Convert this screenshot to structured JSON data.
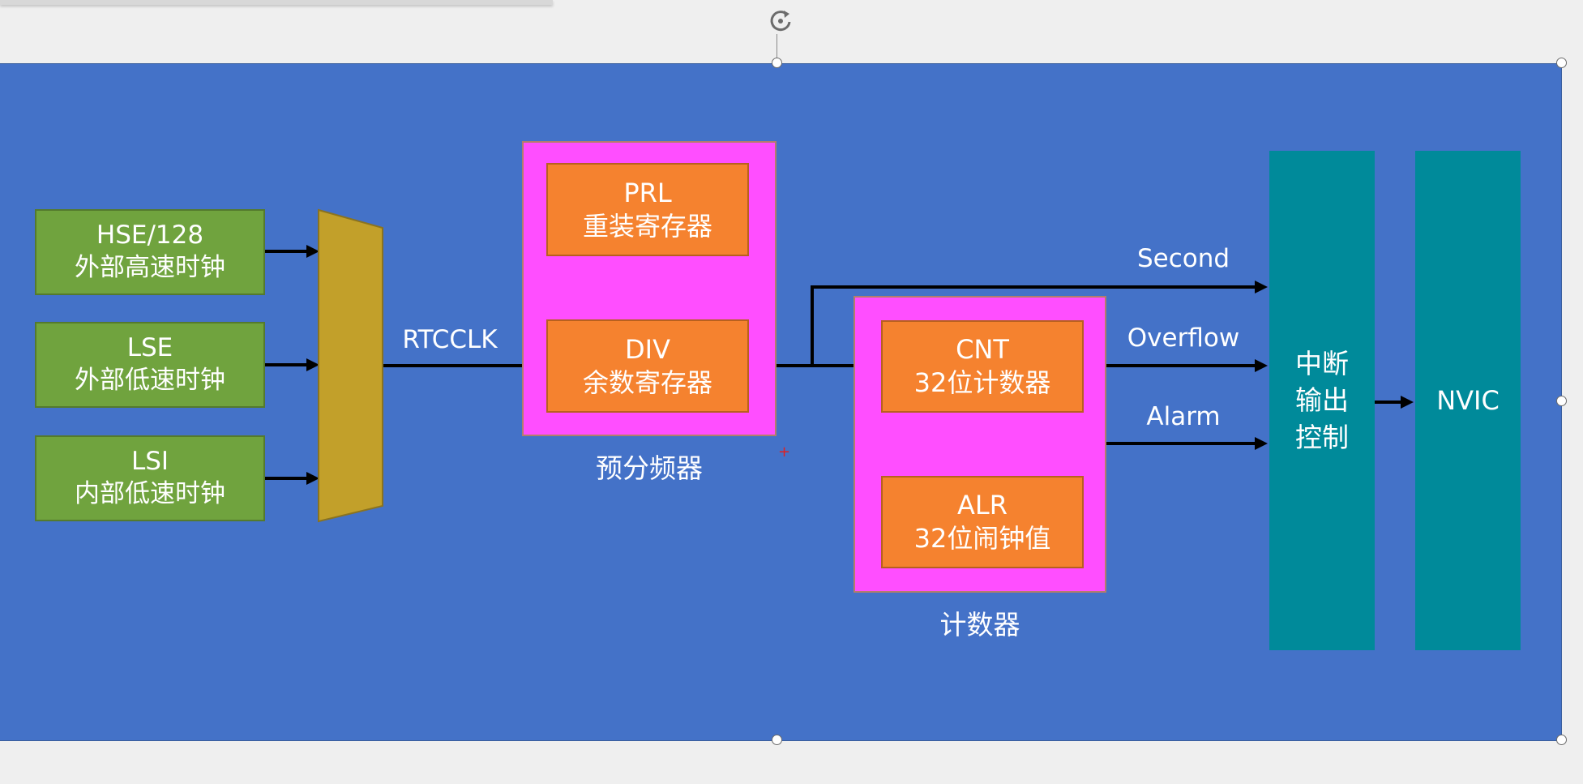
{
  "diagram": {
    "clock_sources": [
      {
        "id": "hse",
        "name": "HSE/128",
        "desc": "外部高速时钟"
      },
      {
        "id": "lse",
        "name": "LSE",
        "desc": "外部低速时钟"
      },
      {
        "id": "lsi",
        "name": "LSI",
        "desc": "内部低速时钟"
      }
    ],
    "rtcclk_label": "RTCCLK",
    "prescaler": {
      "caption": "预分频器",
      "prl": {
        "name": "PRL",
        "desc": "重装寄存器"
      },
      "div": {
        "name": "DIV",
        "desc": "余数寄存器"
      }
    },
    "counter": {
      "caption": "计数器",
      "cnt": {
        "name": "CNT",
        "desc": "32位计数器"
      },
      "alr": {
        "name": "ALR",
        "desc": "32位闹钟值"
      }
    },
    "signals": {
      "second": "Second",
      "overflow": "Overflow",
      "alarm": "Alarm"
    },
    "interrupt_control": {
      "line1": "中断",
      "line2": "输出",
      "line3": "控制"
    },
    "nvic": "NVIC",
    "colors": {
      "slide_background": "#4472c8",
      "clock_source_box": "#70a33e",
      "mux": "#c2a02a",
      "register_box": "#f5822f",
      "group_box": "#ff4eff",
      "bidirectional_arrow": "#bf8a00",
      "interrupt_box": "#008a9a"
    }
  }
}
